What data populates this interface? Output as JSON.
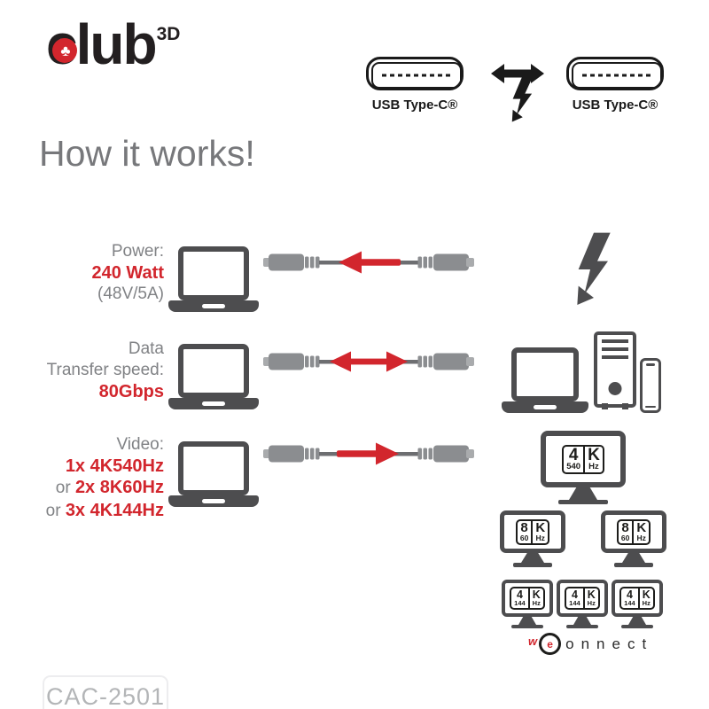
{
  "colors": {
    "accent_red": "#d2262d",
    "icon_dark_gray": "#4d4d4f",
    "icon_black": "#1a1a1a",
    "text_gray": "#808285",
    "title_gray": "#77787b",
    "cable_gray": "#8b8d90",
    "sku_gray": "#b3b5b7"
  },
  "brand": {
    "name": "club",
    "sup": "3D",
    "symbol": "♣"
  },
  "connectors": {
    "left_label": "USB Type-C®",
    "right_label": "USB Type-C®"
  },
  "title": "How it works!",
  "rows": {
    "power": {
      "lines": [
        {
          "t": "Power:"
        },
        {
          "t": "240 Watt",
          "red": true
        },
        {
          "t": "(48V/5A)"
        }
      ]
    },
    "data": {
      "lines": [
        {
          "t": "Data"
        },
        {
          "t": "Transfer speed:"
        },
        {
          "t": "80Gbps",
          "red": true
        }
      ]
    },
    "video": {
      "lines": [
        {
          "t": "Video:"
        },
        {
          "t": "1x 4K540Hz",
          "red": true
        },
        {
          "p": "or ",
          "t": "2x 8K60Hz",
          "red": true
        },
        {
          "p": "or ",
          "t": "3x 4K144Hz",
          "red": true
        }
      ]
    }
  },
  "badges": {
    "b540": {
      "a": "4",
      "b": "K",
      "c": "540",
      "d": "Hz"
    },
    "b60": {
      "a": "8",
      "b": "K",
      "c": "60",
      "d": "Hz"
    },
    "b144": {
      "a": "4",
      "b": "K",
      "c": "144",
      "d": "Hz"
    }
  },
  "footer": {
    "sku": "CAC-2501",
    "logo_w": "w",
    "logo_e": "e",
    "logo_rest": "onnect"
  }
}
